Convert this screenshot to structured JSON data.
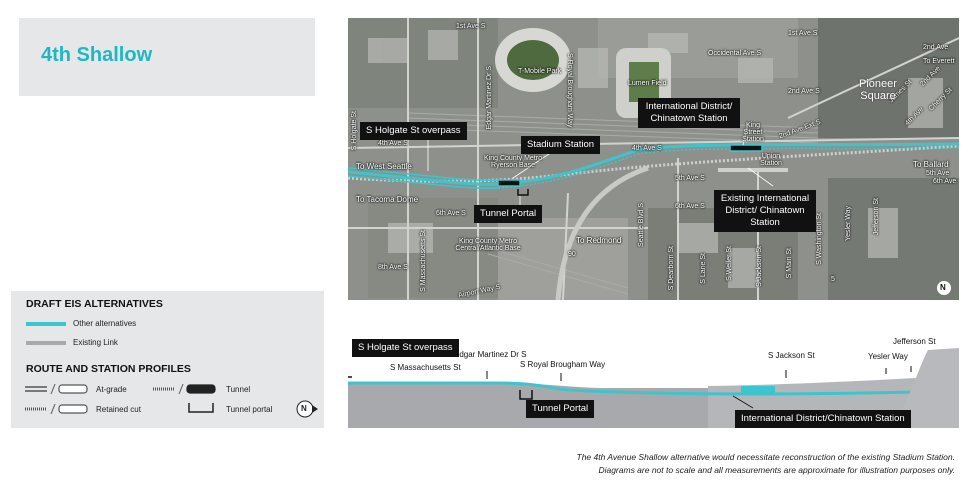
{
  "title": "4th Shallow",
  "map": {
    "streets": {
      "s1": "1st Ave S",
      "s2": "1st Ave S",
      "s3": "Occidental Ave S",
      "s4": "2nd Ave",
      "s5": "To Everett",
      "s6": "2nd Ave S",
      "s7": "S Holgate St",
      "s8": "Edgar Martinez Dr S",
      "s9": "S Royal Brougham Way",
      "s10": "4th Ave S",
      "s11": "4th Ave S",
      "s12": "2nd Ave Ext S",
      "s13": "5th Ave S",
      "s14": "6th Ave S",
      "s15": "6th Ave S",
      "s16": "8th Ave S",
      "s17": "Seattle Blvd S",
      "s18": "S Massachusetts St",
      "s19": "Airport Way S",
      "s20": "S Dearborn St",
      "s21": "S Lane St",
      "s22": "S Weller St",
      "s23": "S Jackson St",
      "s24": "S Main St",
      "s25": "S Washington St",
      "s26": "Yesler Way",
      "s27": "Jefferson St",
      "s28": "4th Ave",
      "s29": "5th Ave",
      "s30": "Cherry St",
      "s31": "6th Ave",
      "s32": "James St",
      "s33": "2nd Ave"
    },
    "places": {
      "tmobile": "T-Mobile Park",
      "lumen": "Lumen Field",
      "pioneer": "Pioneer Square",
      "ryerson": "King County Metro Ryerson Base",
      "central": "King County Metro Central/Atlantic Base",
      "kingst": "King Street Station",
      "union": "Union Station",
      "west_seattle": "To West Seattle",
      "tacoma": "To Tacoma Dome",
      "redmond": "To Redmond",
      "ballard": "To Ballard",
      "hwy90": "90",
      "hwy5": "5",
      "north": "N"
    },
    "callouts": {
      "holgate": "S Holgate St overpass",
      "stadium": "Stadium Station",
      "idcs": "International District/ Chinatown Station",
      "portal": "Tunnel Portal",
      "existing": "Existing International District/ Chinatown Station"
    }
  },
  "legend": {
    "alt_header": "DRAFT EIS ALTERNATIVES",
    "other": "Other alternatives",
    "existing": "Existing Link",
    "profiles_header": "ROUTE AND STATION PROFILES",
    "at_grade": "At-grade",
    "tunnel": "Tunnel",
    "retained": "Retained cut",
    "portal": "Tunnel portal",
    "north": "N",
    "colors": {
      "alternative": "#3cc5cf",
      "existing": "#a7a9ac"
    }
  },
  "profile": {
    "holgate": "S Holgate St overpass",
    "massachusetts": "S Massachusetts St",
    "edgar": "Edgar Martinez Dr S",
    "royal": "S Royal Brougham Way",
    "portal": "Tunnel Portal",
    "jackson": "S Jackson St",
    "yesler": "Yesler Way",
    "jefferson": "Jefferson St",
    "idcs": "International District/Chinatown Station"
  },
  "notes": {
    "line1": "The 4th Avenue Shallow alternative would necessitate reconstruction of the existing Stadium Station.",
    "line2": "Diagrams are not to scale and all measurements are approximate for illustration purposes only."
  }
}
